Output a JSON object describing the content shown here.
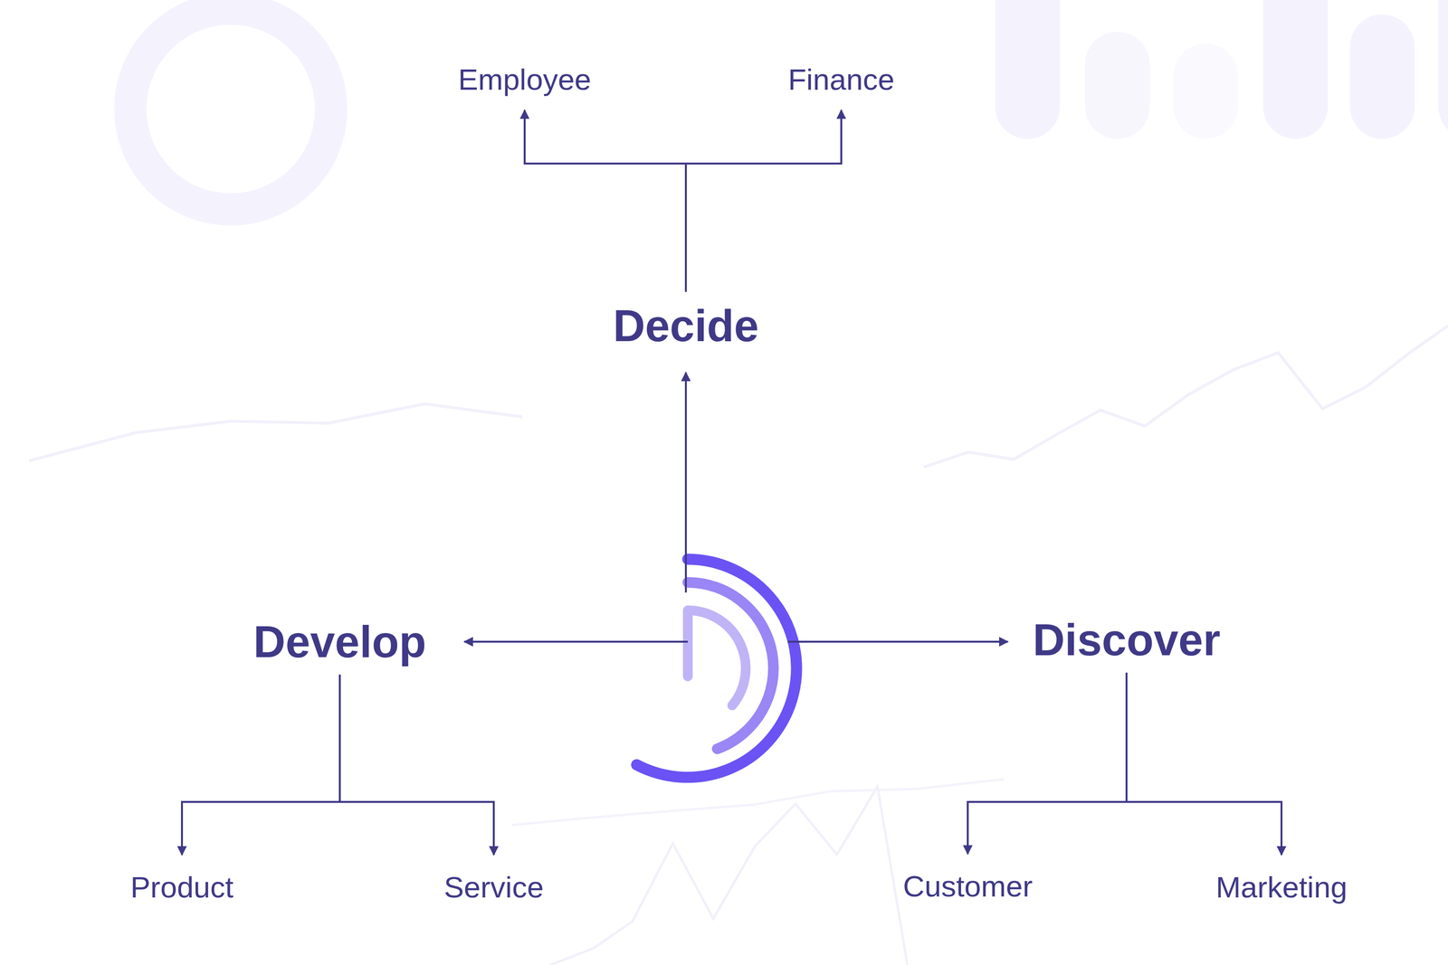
{
  "diagram": {
    "nodes": [
      {
        "text": [
          "Employee"
        ]
      },
      {
        "text": [
          "Finance"
        ]
      },
      {
        "text": [
          "Decide"
        ]
      },
      {
        "text": [
          "Develop"
        ]
      },
      {
        "text": [
          "Discover"
        ]
      },
      {
        "text": [
          "Product"
        ]
      },
      {
        "text": [
          "Service"
        ]
      },
      {
        "text": [
          "Customer"
        ]
      },
      {
        "text": [
          "Marketing"
        ]
      }
    ],
    "edges": [
      {
        "from": 2,
        "to": 0,
        "arrow": "to"
      },
      {
        "from": 2,
        "to": 1,
        "arrow": "to"
      },
      {
        "from": 3,
        "to": 5,
        "arrow": "to"
      },
      {
        "from": 3,
        "to": 6,
        "arrow": "to"
      },
      {
        "from": 4,
        "to": 7,
        "arrow": "to"
      },
      {
        "from": 4,
        "to": 8,
        "arrow": "to"
      }
    ]
  }
}
